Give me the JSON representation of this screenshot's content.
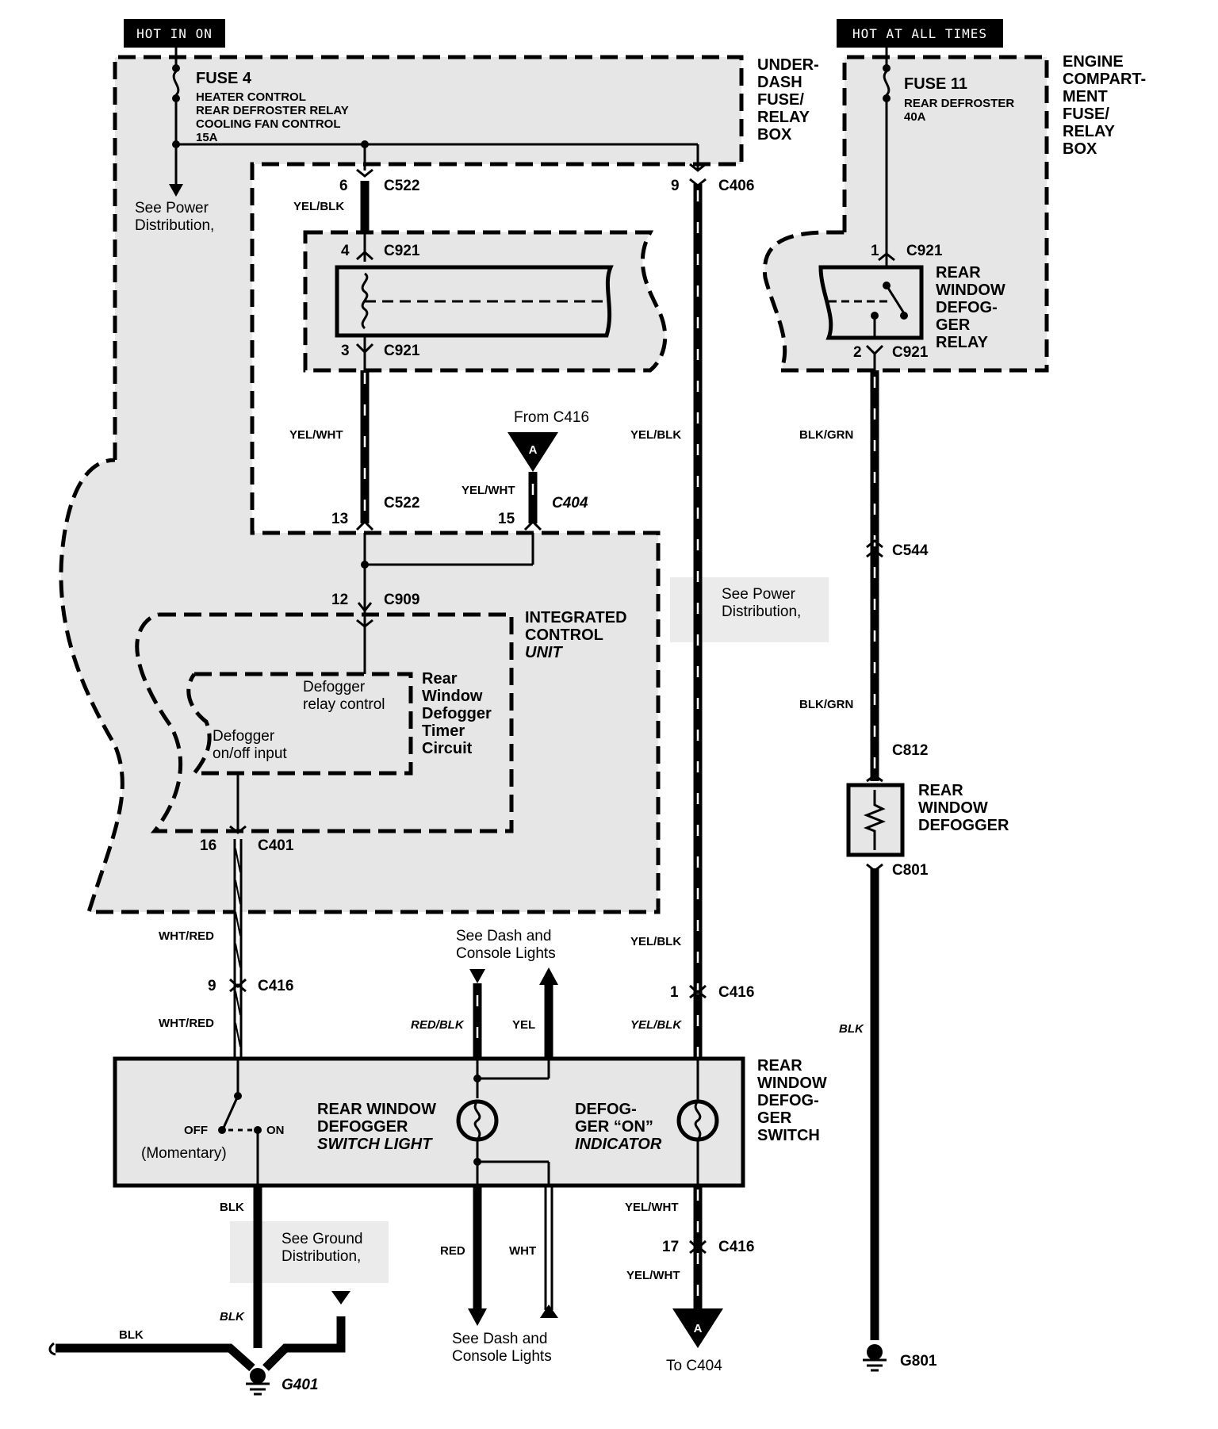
{
  "power_sources": {
    "hot_in_on": "HOT IN ON",
    "hot_at_all_times": "HOT AT ALL TIMES"
  },
  "under_dash_box": {
    "label_lines": [
      "UNDER-",
      "DASH",
      "FUSE/",
      "RELAY",
      "BOX"
    ],
    "fuse_title": "FUSE 4",
    "fuse_lines": [
      "HEATER CONTROL",
      "REAR DEFROSTER RELAY",
      "COOLING FAN CONTROL",
      "15A"
    ],
    "see_power_lines": [
      "See Power",
      "Distribution,"
    ]
  },
  "engine_box": {
    "label_lines": [
      "ENGINE",
      "COMPART-",
      "MENT",
      "FUSE/",
      "RELAY",
      "BOX"
    ],
    "fuse_title": "FUSE 11",
    "fuse_lines": [
      "REAR DEFROSTER",
      "40A"
    ]
  },
  "relay": {
    "label_lines": [
      "REAR",
      "WINDOW",
      "DEFOG-",
      "GER",
      "RELAY"
    ]
  },
  "icu": {
    "label_lines": [
      "INTEGRATED",
      "CONTROL",
      "UNIT"
    ],
    "timer_lines": [
      "Rear",
      "Window",
      "Defogger",
      "Timer",
      "Circuit"
    ],
    "relay_control_lines": [
      "Defogger",
      "relay control"
    ],
    "onoff_input_lines": [
      "Defogger",
      "on/off input"
    ]
  },
  "connectors": {
    "c522_6": {
      "pin": "6",
      "name": "C522"
    },
    "c921_4": {
      "pin": "4",
      "name": "C921"
    },
    "c921_3": {
      "pin": "3",
      "name": "C921"
    },
    "c522_13": {
      "pin": "13",
      "name": "C522"
    },
    "c404_15": {
      "pin": "15",
      "name": "C404"
    },
    "c909_12": {
      "pin": "12",
      "name": "C909"
    },
    "c401_16": {
      "pin": "16",
      "name": "C401"
    },
    "c416_9": {
      "pin": "9",
      "name": "C416"
    },
    "c406_9": {
      "pin": "9",
      "name": "C406"
    },
    "c416_1": {
      "pin": "1",
      "name": "C416"
    },
    "c416_17": {
      "pin": "17",
      "name": "C416"
    },
    "c921_1": {
      "pin": "1",
      "name": "C921"
    },
    "c921_2": {
      "pin": "2",
      "name": "C921"
    },
    "c544": {
      "name": "C544"
    },
    "c812": {
      "name": "C812"
    },
    "c801": {
      "name": "C801"
    }
  },
  "wires": {
    "yel_blk_1": "YEL/BLK",
    "yel_wht_1": "YEL/WHT",
    "yel_wht_2": "YEL/WHT",
    "yel_blk_2": "YEL/BLK",
    "yel_blk_3": "YEL/BLK",
    "yel_blk_4": "YEL/BLK",
    "blk_grn_1": "BLK/GRN",
    "blk_grn_2": "BLK/GRN",
    "wht_red_1": "WHT/RED",
    "wht_red_2": "WHT/RED",
    "red_blk": "RED/BLK",
    "yel": "YEL",
    "blk_1": "BLK",
    "blk_2": "BLK",
    "blk_3": "BLK",
    "blk_4": "BLK",
    "red": "RED",
    "wht": "WHT",
    "yel_wht_3": "YEL/WHT",
    "yel_wht_4": "YEL/WHT"
  },
  "refs": {
    "from_c416": "From C416",
    "marker_a": "A",
    "to_c404": "To C404",
    "see_power_2_lines": [
      "See Power",
      "Distribution,"
    ],
    "see_dash_top_lines": [
      "See Dash and",
      "Console Lights"
    ],
    "see_dash_bottom_lines": [
      "See Dash and",
      "Console Lights"
    ],
    "see_ground_lines": [
      "See Ground",
      "Distribution,"
    ]
  },
  "switch": {
    "label_lines": [
      "REAR",
      "WINDOW",
      "DEFOG-",
      "GER",
      "SWITCH"
    ],
    "light_lines": [
      "REAR WINDOW",
      "DEFOGGER",
      "SWITCH LIGHT"
    ],
    "indicator_lines": [
      "DEFOG-",
      "GER “ON”",
      "INDICATOR"
    ],
    "off": "OFF",
    "on": "ON",
    "momentary": "(Momentary)"
  },
  "defogger": {
    "label_lines": [
      "REAR",
      "WINDOW",
      "DEFOGGER"
    ]
  },
  "grounds": {
    "g401": "G401",
    "g801": "G801"
  }
}
